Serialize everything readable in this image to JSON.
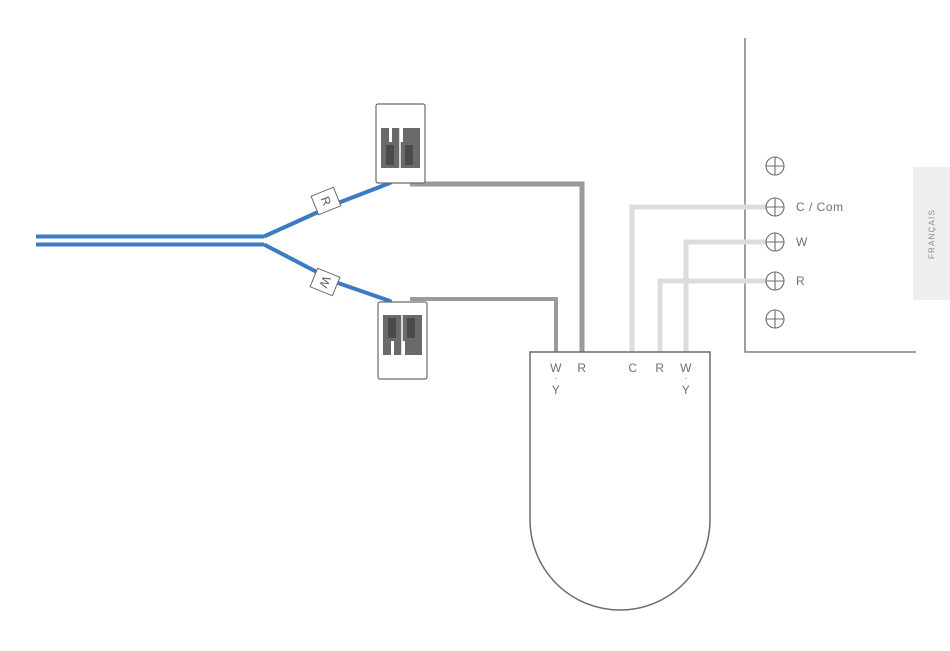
{
  "diagram": {
    "wire_tags": {
      "red_wire": "R",
      "white_wire": "W"
    },
    "device_terminals": {
      "left_w_y_top": "W",
      "left_w_y_dot": "·",
      "left_w_y_bottom": "Y",
      "left_r": "R",
      "right_c": "C",
      "right_r": "R",
      "right_w_y_top": "W",
      "right_w_y_dot": "·",
      "right_w_y_bottom": "Y"
    },
    "wall_terminals": {
      "c_com": "C / Com",
      "w": "W",
      "r": "R"
    },
    "colors": {
      "blue_wire": "#3a7cc3",
      "dark_gray_wire": "#9a9a9a",
      "light_gray_wire": "#dcdcdc",
      "outline": "#6b6b6b",
      "connector_fill": "#6a6a6a"
    }
  },
  "language_tab": {
    "label": "FRANÇAIS"
  }
}
